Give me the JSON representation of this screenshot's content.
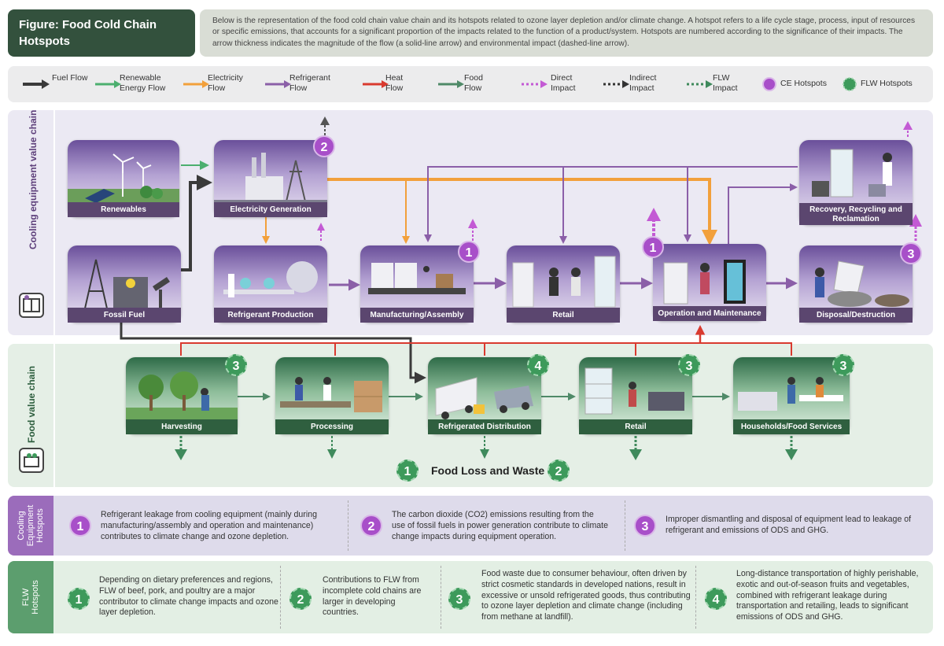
{
  "title": "Figure: Food Cold Chain Hotspots",
  "intro": "Below is the representation of the food cold chain value chain and its hotspots related to ozone layer depletion and/or climate change. A hotspot refers to a life cycle stage, process, input of resources or specific emissions, that accounts for a significant proportion of the impacts related to the function of a product/system. Hotspots are numbered according to the significance of their impacts. The arrow thickness indicates the magnitude of the flow (a solid-line arrow) and environmental impact (dashed-line arrow).",
  "legend": [
    {
      "label": "Fuel Flow",
      "color": "#3a3a3a",
      "style": "solid"
    },
    {
      "label": "Renewable Energy Flow",
      "color": "#4caf6f",
      "style": "solid"
    },
    {
      "label": "Electricity Flow",
      "color": "#f2a03b",
      "style": "solid"
    },
    {
      "label": "Refrigerant Flow",
      "color": "#8b5fa8",
      "style": "solid"
    },
    {
      "label": "Heat Flow",
      "color": "#d93a2f",
      "style": "solid"
    },
    {
      "label": "Food Flow",
      "color": "#4f8a68",
      "style": "solid"
    },
    {
      "label": "Direct Impact",
      "color": "#c35ad4",
      "style": "dashed"
    },
    {
      "label": "Indirect Impact",
      "color": "#333333",
      "style": "dashed"
    },
    {
      "label": "FLW Impact",
      "color": "#3f8a5c",
      "style": "dashed"
    },
    {
      "label": "CE Hotspots",
      "color": "#a84fc9",
      "style": "circle"
    },
    {
      "label": "FLW Hotspots",
      "color": "#3d9a5b",
      "style": "circle"
    }
  ],
  "cooling_chain": {
    "label": "Cooling equipment value chain",
    "nodes": {
      "renewables": "Renewables",
      "electricity": "Electricity Generation",
      "fossil": "Fossil Fuel",
      "refrigerant": "Refrigerant Production",
      "manufacturing": "Manufacturing/Assembly",
      "retail": "Retail",
      "operation": "Operation and Maintenance",
      "recovery": "Recovery, Recycling and Reclamation",
      "disposal": "Disposal/Destruction"
    },
    "badges": {
      "electricity": "2",
      "manufacturing": "1",
      "operation": "1",
      "disposal": "3"
    }
  },
  "food_chain": {
    "label": "Food value chain",
    "nodes": {
      "harvesting": "Harvesting",
      "processing": "Processing",
      "distribution": "Refrigerated Distribution",
      "retail": "Retail",
      "households": "Households/Food Services"
    },
    "badges": {
      "harvesting": "3",
      "distribution": "4",
      "retail": "3",
      "households": "3"
    },
    "flw_label": "Food Loss and Waste",
    "flw_badges": [
      "1",
      "2"
    ]
  },
  "ce_hotspots": {
    "label": "Cooling Equipment Hotspots",
    "items": [
      {
        "num": "1",
        "text": "Refrigerant leakage from cooling equipment (mainly during manufacturing/assembly and operation and maintenance) contributes to climate change and ozone depletion."
      },
      {
        "num": "2",
        "text": "The carbon dioxide (CO2) emissions resulting from the use of fossil fuels in power generation contribute to climate change impacts during equipment operation."
      },
      {
        "num": "3",
        "text": "Improper dismantling and disposal of equipment lead to leakage of refrigerant and emissions of ODS and GHG."
      }
    ]
  },
  "flw_hotspots": {
    "label": "FLW Hotspots",
    "items": [
      {
        "num": "1",
        "text": "Depending on dietary preferences and regions, FLW of beef, pork, and poultry are a major contributor to climate change impacts and ozone layer depletion."
      },
      {
        "num": "2",
        "text": "Contributions to FLW from incomplete cold chains are larger in developing countries."
      },
      {
        "num": "3",
        "text": "Food waste due to consumer behaviour, often driven by strict cosmetic standards in developed nations, result in excessive or unsold refrigerated goods, thus contributing to ozone layer depletion and climate change (including from methane at landfill)."
      },
      {
        "num": "4",
        "text": "Long-distance transportation of highly perishable, exotic and out-of-season fruits and vegetables, combined with refrigerant leakage during transportation and retailing, leads to significant emissions of ODS and GHG."
      }
    ]
  }
}
